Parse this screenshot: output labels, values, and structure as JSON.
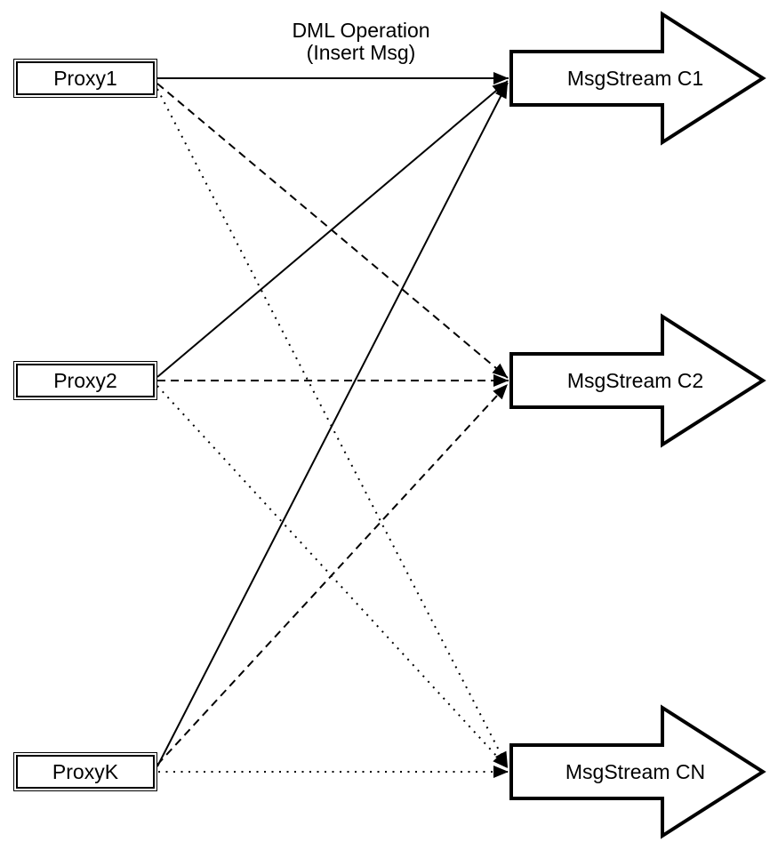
{
  "diagram": {
    "title": {
      "line1": "DML Operation",
      "line2": "(Insert Msg)"
    },
    "proxies": [
      {
        "label": "Proxy1"
      },
      {
        "label": "Proxy2"
      },
      {
        "label": "ProxyK"
      }
    ],
    "streams": [
      {
        "label": "MsgStream C1"
      },
      {
        "label": "MsgStream C2"
      },
      {
        "label": "MsgStream CN"
      }
    ],
    "connections": [
      {
        "from": "Proxy1",
        "to": "MsgStream C1",
        "line_style": "solid"
      },
      {
        "from": "Proxy1",
        "to": "MsgStream C2",
        "line_style": "dashed"
      },
      {
        "from": "Proxy1",
        "to": "MsgStream CN",
        "line_style": "dotted"
      },
      {
        "from": "Proxy2",
        "to": "MsgStream C1",
        "line_style": "solid"
      },
      {
        "from": "Proxy2",
        "to": "MsgStream C2",
        "line_style": "dashed"
      },
      {
        "from": "Proxy2",
        "to": "MsgStream CN",
        "line_style": "dotted"
      },
      {
        "from": "ProxyK",
        "to": "MsgStream C1",
        "line_style": "solid"
      },
      {
        "from": "ProxyK",
        "to": "MsgStream C2",
        "line_style": "dashed"
      },
      {
        "from": "ProxyK",
        "to": "MsgStream CN",
        "line_style": "dotted"
      }
    ],
    "colors": {
      "line": "#000000",
      "shape_fill": "#ffffff",
      "text": "#000000"
    }
  }
}
